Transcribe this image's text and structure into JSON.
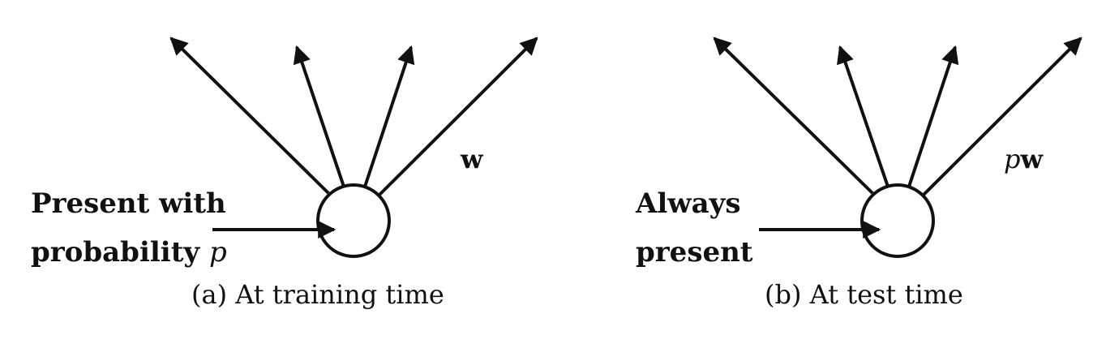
{
  "panels": [
    {
      "id": "a",
      "input_label_line1": "Present with",
      "input_label_line2": "probability ",
      "input_label_math": "p",
      "weight_prefix": "",
      "weight_label": "w",
      "caption": "(a) At training time"
    },
    {
      "id": "b",
      "input_label_line1": "Always",
      "input_label_line2": "present",
      "input_label_math": "",
      "weight_prefix": "p",
      "weight_label": "w",
      "caption": "(b) At test time"
    }
  ],
  "colors": {
    "ink": "#111111",
    "background": "#ffffff"
  }
}
